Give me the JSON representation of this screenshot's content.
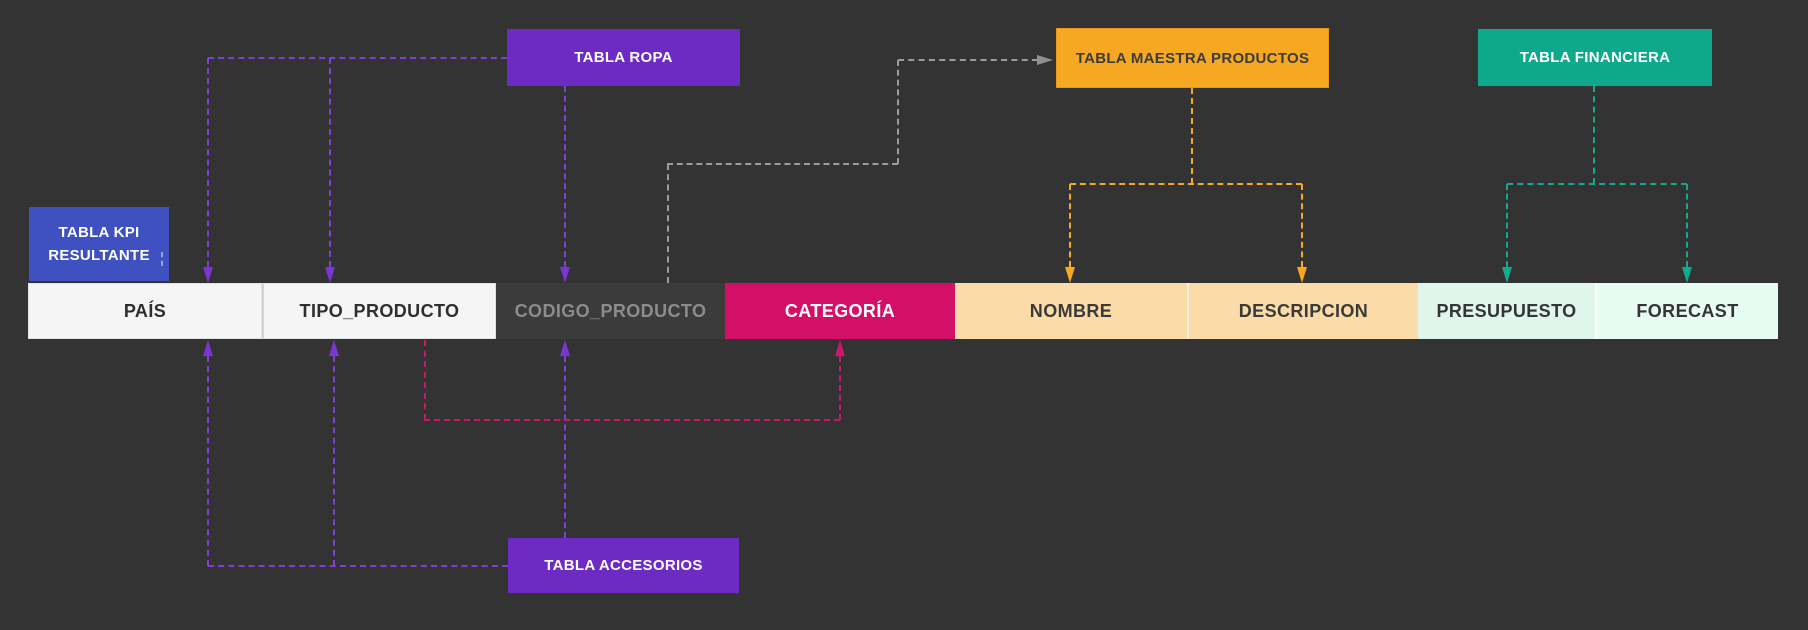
{
  "boxes": {
    "ropa": {
      "label": "TABLA ROPA",
      "color": "#6e2bc4"
    },
    "maestra": {
      "label": "TABLA MAESTRA PRODUCTOS",
      "color": "#f7a823"
    },
    "financiera": {
      "label": "TABLA FINANCIERA",
      "color": "#0ea98a"
    },
    "kpi": {
      "label": "TABLA KPI RESULTANTE",
      "color": "#3f50c1"
    },
    "accesorios": {
      "label": "TABLA ACCESORIOS",
      "color": "#6e2bc4"
    }
  },
  "fields": [
    {
      "label": "PAÍS",
      "bg": "#f5f5f5",
      "fg": "#2e2e2e"
    },
    {
      "label": "TIPO_PRODUCTO",
      "bg": "#f5f5f5",
      "fg": "#2e2e2e"
    },
    {
      "label": "CODIGO_PRODUCTO",
      "bg": "#3b3b3b",
      "fg": "#8c8c8c"
    },
    {
      "label": "CATEGORÍA",
      "bg": "#d30f68",
      "fg": "#ffffff"
    },
    {
      "label": "NOMBRE",
      "bg": "#fbdba7",
      "fg": "#3a3a3a"
    },
    {
      "label": "DESCRIPCION",
      "bg": "#fbdba7",
      "fg": "#3a3a3a"
    },
    {
      "label": "PRESUPUESTO",
      "bg": "#e0f6ed",
      "fg": "#343434"
    },
    {
      "label": "FORECAST",
      "bg": "#e7fbf3",
      "fg": "#343434"
    }
  ],
  "connectors": {
    "purple": {
      "color": "#7e3fd6",
      "from": "TABLA ROPA / TABLA ACCESORIOS",
      "to": "PAÍS, TIPO_PRODUCTO, CODIGO_PRODUCTO"
    },
    "orange": {
      "color": "#f7a823",
      "from": "TABLA MAESTRA PRODUCTOS",
      "to": "NOMBRE, DESCRIPCION"
    },
    "teal": {
      "color": "#10ab8c",
      "from": "TABLA FINANCIERA",
      "to": "PRESUPUESTO, FORECAST"
    },
    "pink": {
      "color": "#cf156b",
      "from": "TIPO_PRODUCTO area",
      "to": "CATEGORÍA"
    },
    "gray": {
      "color": "#9c9c9c",
      "from": "CODIGO_PRODUCTO area",
      "to": "TABLA MAESTRA PRODUCTOS"
    }
  },
  "background": "#333333"
}
